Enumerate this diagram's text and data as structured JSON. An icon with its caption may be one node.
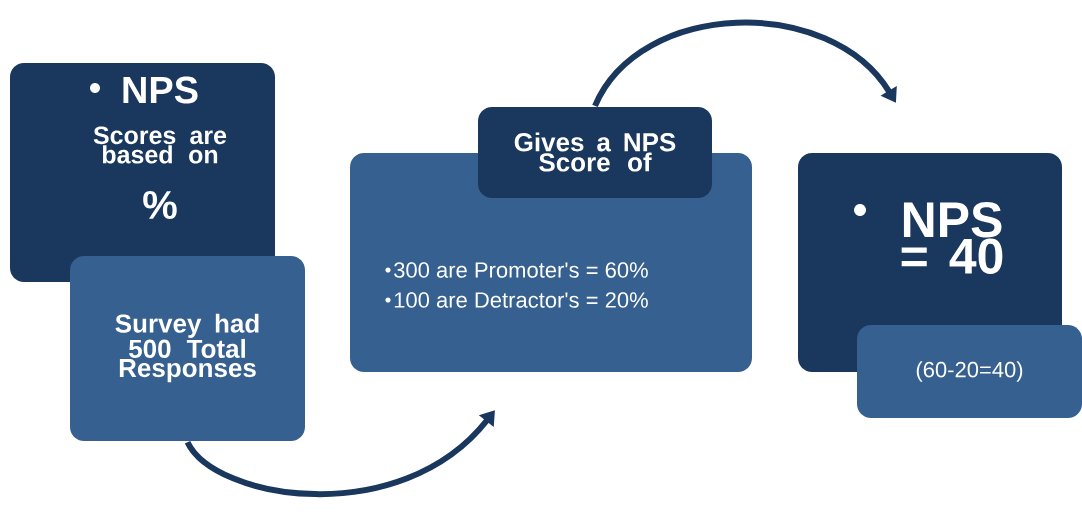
{
  "diagram": {
    "nodes": [
      {
        "text": [
          "NPS",
          "Scores are based on",
          "%"
        ]
      },
      {
        "text": [
          "Survey had 500 Total Responses"
        ]
      },
      {
        "text": [
          "300 are Promoter's = 60%",
          "100 are Detractor's = 20%"
        ]
      },
      {
        "text": [
          "Gives a NPS Score of"
        ]
      },
      {
        "text": [
          "NPS = 40"
        ]
      },
      {
        "text": [
          "(60-20=40)"
        ]
      }
    ],
    "edges": [
      {
        "from": 1,
        "to": 2,
        "arrow": "to"
      },
      {
        "from": 3,
        "to": 4,
        "arrow": "to"
      }
    ]
  }
}
